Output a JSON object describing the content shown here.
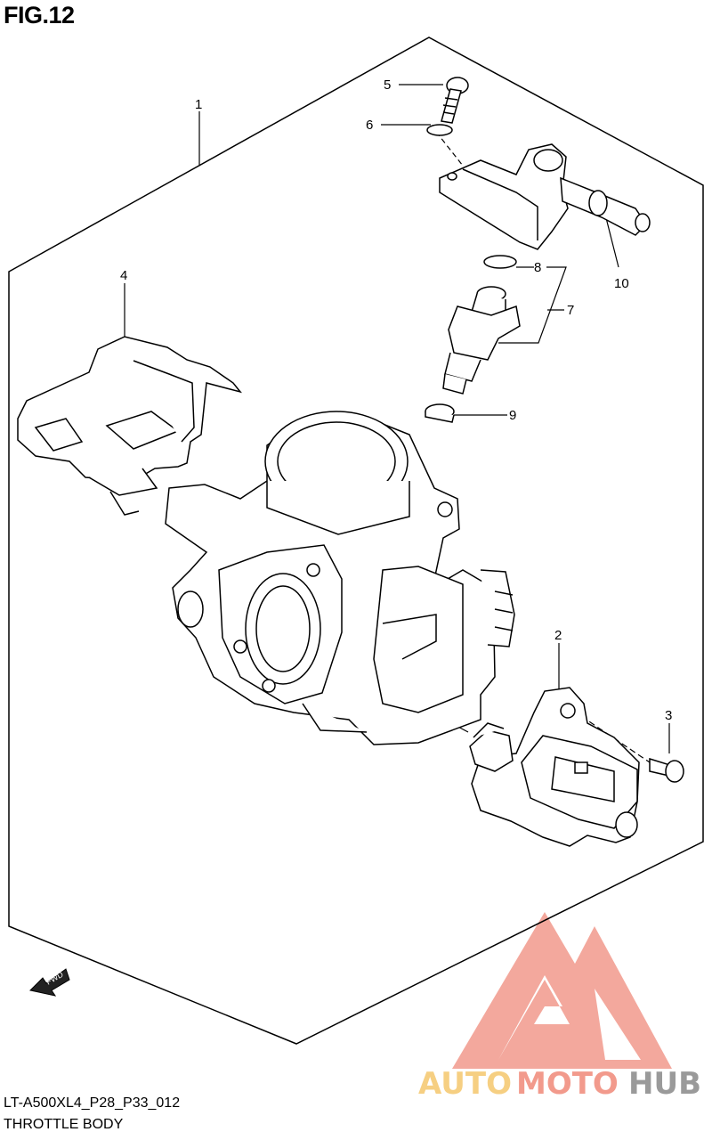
{
  "figure": {
    "title": "FIG.12"
  },
  "caption": {
    "code": "LT-A500XL4_P28_P33_012",
    "name": "THROTTLE BODY"
  },
  "callouts": [
    "1",
    "2",
    "3",
    "4",
    "5",
    "6",
    "7",
    "8",
    "9",
    "10"
  ],
  "fwd_label": "FWD",
  "watermark": {
    "part_a": "AUTO",
    "part_b": "MOTO",
    "part_c": "HUB",
    "colors": {
      "auto": "#f6cf82",
      "moto": "#f29a8c",
      "hub": "#9a9a9a",
      "logo": "#f29a8c"
    }
  }
}
